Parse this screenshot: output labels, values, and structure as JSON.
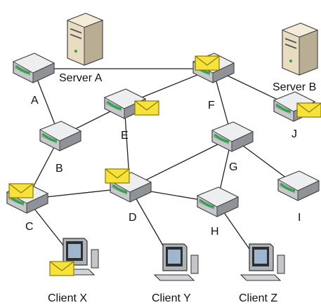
{
  "nodes": {
    "A": {
      "label": "A",
      "kind": "router",
      "envelope": false
    },
    "B": {
      "label": "B",
      "kind": "router",
      "envelope": false
    },
    "C": {
      "label": "C",
      "kind": "router",
      "envelope": true
    },
    "D": {
      "label": "D",
      "kind": "router",
      "envelope": true
    },
    "E": {
      "label": "E",
      "kind": "router",
      "envelope": true
    },
    "F": {
      "label": "F",
      "kind": "router",
      "envelope": true
    },
    "G": {
      "label": "G",
      "kind": "router",
      "envelope": false
    },
    "H": {
      "label": "H",
      "kind": "router",
      "envelope": false
    },
    "I": {
      "label": "I",
      "kind": "router",
      "envelope": false
    },
    "J": {
      "label": "J",
      "kind": "router",
      "envelope": true
    }
  },
  "servers": {
    "server_a": {
      "label": "Server A"
    },
    "server_b": {
      "label": "Server B"
    }
  },
  "clients": {
    "client_x": {
      "label": "Client X",
      "envelope": true
    },
    "client_y": {
      "label": "Client Y",
      "envelope": false
    },
    "client_z": {
      "label": "Client Z",
      "envelope": false
    }
  },
  "links": [
    [
      "A",
      "F"
    ],
    [
      "A",
      "B"
    ],
    [
      "B",
      "E"
    ],
    [
      "B",
      "C"
    ],
    [
      "E",
      "F"
    ],
    [
      "E",
      "D"
    ],
    [
      "F",
      "J"
    ],
    [
      "F",
      "G"
    ],
    [
      "C",
      "D"
    ],
    [
      "D",
      "H"
    ],
    [
      "D",
      "G"
    ],
    [
      "G",
      "H"
    ],
    [
      "G",
      "I"
    ],
    [
      "C",
      "client_x"
    ],
    [
      "D",
      "client_y"
    ],
    [
      "H",
      "client_z"
    ]
  ],
  "colors": {
    "line": "#222222",
    "router_body": "#c7c9cc",
    "router_top": "#e8e9eb",
    "router_led": "#28a745",
    "envelope_fill": "#f7e23a",
    "envelope_stroke": "#8a7a00",
    "server_body": "#e9dcc0",
    "server_shade": "#b9ad93"
  }
}
